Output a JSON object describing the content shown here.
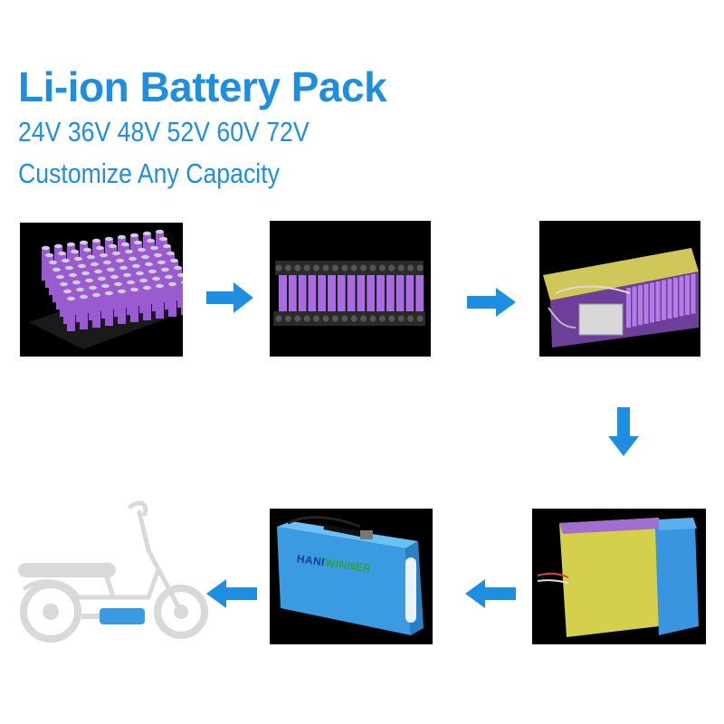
{
  "header": {
    "title": "Li-ion Battery Pack",
    "voltages": "24V 36V 48V 52V 60V 72V",
    "capacity_note": "Customize Any Capacity"
  },
  "product": {
    "brand_part1": "HANI",
    "brand_part2": "WINNER"
  },
  "colors": {
    "accent_blue": "#1e8fe0",
    "cell_purple": "#b46fe0",
    "wrap_yellow": "#d6d35a",
    "case_blue": "#3a9be2",
    "brand_green": "#2ea33a"
  },
  "icons": [
    "arrow-right-icon",
    "arrow-down-icon",
    "arrow-left-icon",
    "scooter-icon"
  ]
}
